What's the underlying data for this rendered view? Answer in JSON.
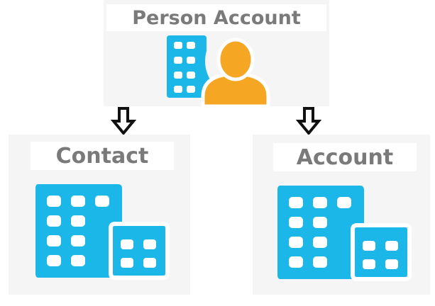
{
  "diagram": {
    "top_node": {
      "label": "Person Account",
      "icons": [
        "building-icon",
        "person-icon"
      ]
    },
    "left_node": {
      "label": "Contact",
      "icons": [
        "buildings-icon"
      ]
    },
    "right_node": {
      "label": "Account",
      "icons": [
        "buildings-icon"
      ]
    },
    "arrows": [
      "down-arrow-icon",
      "down-arrow-icon"
    ]
  },
  "colors": {
    "building": "#1ab7e8",
    "person": "#f5a623",
    "label_text": "#7a7a7a",
    "arrow": "#111111"
  }
}
